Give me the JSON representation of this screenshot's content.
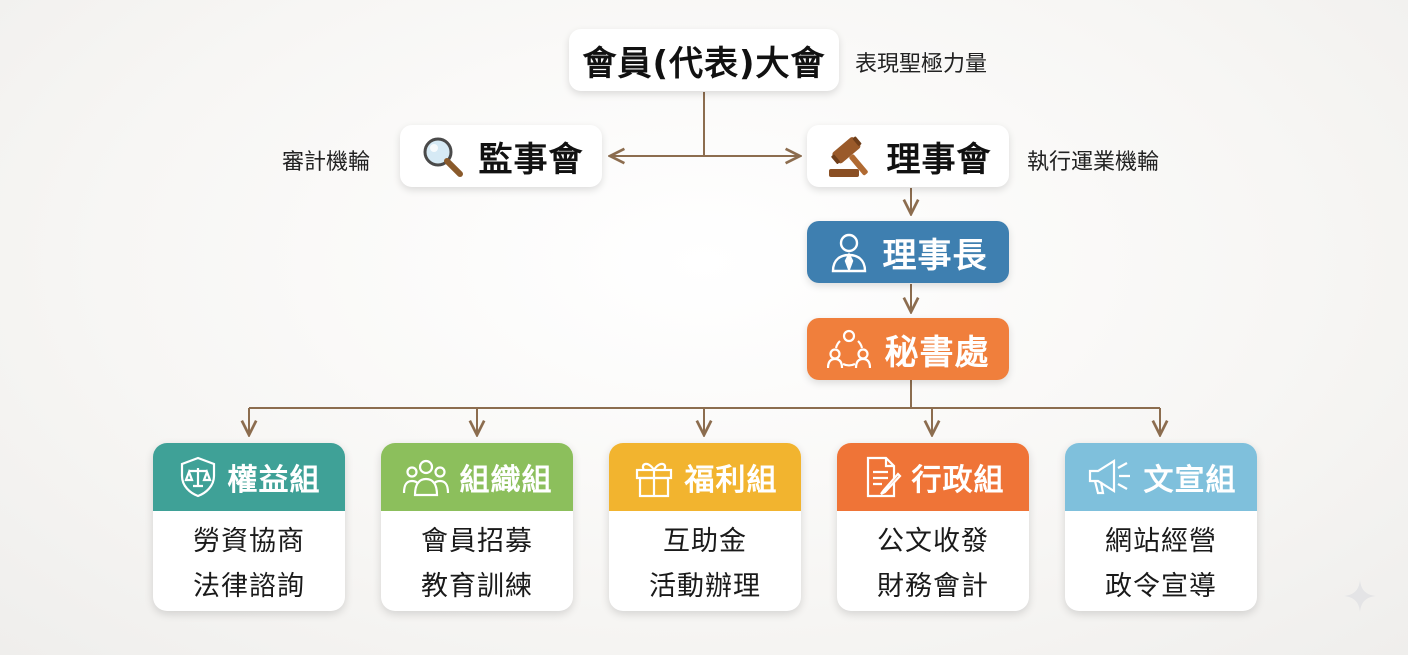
{
  "top": {
    "title": "會員(代表)大會",
    "note": "表現聖極力量"
  },
  "supervisors": {
    "title": "監事會",
    "note": "審計機輪",
    "icon": "magnifier-icon"
  },
  "directors": {
    "title": "理事會",
    "note": "執行運業機輪",
    "icon": "gavel-icon"
  },
  "chairman": {
    "title": "理事長",
    "icon": "person-icon",
    "color": "#3e7fb0"
  },
  "secretariat": {
    "title": "秘書處",
    "icon": "team-icon",
    "color": "#f07f3c"
  },
  "groups": [
    {
      "title": "權益組",
      "icon": "shield-scale-icon",
      "color": "#3fa197",
      "items": [
        "勞資協商",
        "法律諮詢"
      ]
    },
    {
      "title": "組織組",
      "icon": "people-icon",
      "color": "#8cbf5c",
      "items": [
        "會員招募",
        "教育訓練"
      ]
    },
    {
      "title": "福利組",
      "icon": "gift-icon",
      "color": "#f2b42f",
      "items": [
        "互助金",
        "活動辦理"
      ]
    },
    {
      "title": "行政組",
      "icon": "document-icon",
      "color": "#ef7437",
      "items": [
        "公文收發",
        "財務會計"
      ]
    },
    {
      "title": "文宣組",
      "icon": "megaphone-icon",
      "color": "#7fc0dc",
      "items": [
        "網站經營",
        "政令宣導"
      ]
    }
  ]
}
